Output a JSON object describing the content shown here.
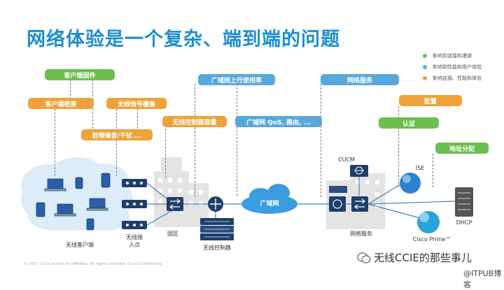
{
  "title": "网络体验是一个复杂、端到端的问题",
  "legend": [
    {
      "label": "影响到连接和漫游",
      "color": "#6cbf4f"
    },
    {
      "label": "影响到性能和用户体验",
      "color": "#58a8dc"
    },
    {
      "label": "影响连接、性能和体验",
      "color": "#eda33a"
    }
  ],
  "pills": {
    "client_firmware": "客户端固件",
    "client_density": "客户端密度",
    "wireless_coverage": "无线信号覆盖",
    "rf_noise": "射频噪音/干扰 ...",
    "wlc_capacity": "无线控制器容量",
    "wan_utilization": "广域网上行使用率",
    "wan_qos": "广域网 QoS, 路由, ...",
    "network_services": "网络服务",
    "config": "配置",
    "auth": "认证",
    "ip_assign": "地址分配"
  },
  "labels": {
    "wireless_clients": "无线客户端",
    "access_point_line1": "无线接",
    "access_point_line2": "入点",
    "campus": "园区",
    "wlc": "无线控制器",
    "wan_cloud": "广域网",
    "cucm": "CUCM",
    "net_services": "网络服务",
    "ise": "ISE",
    "cisco_prime": "Cisco Prime™",
    "dhcp": "DHCP"
  },
  "footer": "© 2017 Cisco and/or its affiliates. All rights reserved.   Cisco Confidential",
  "watermark": {
    "wechat": "无线CCIE的那些事儿",
    "itpub": "@ITPUB博客"
  }
}
